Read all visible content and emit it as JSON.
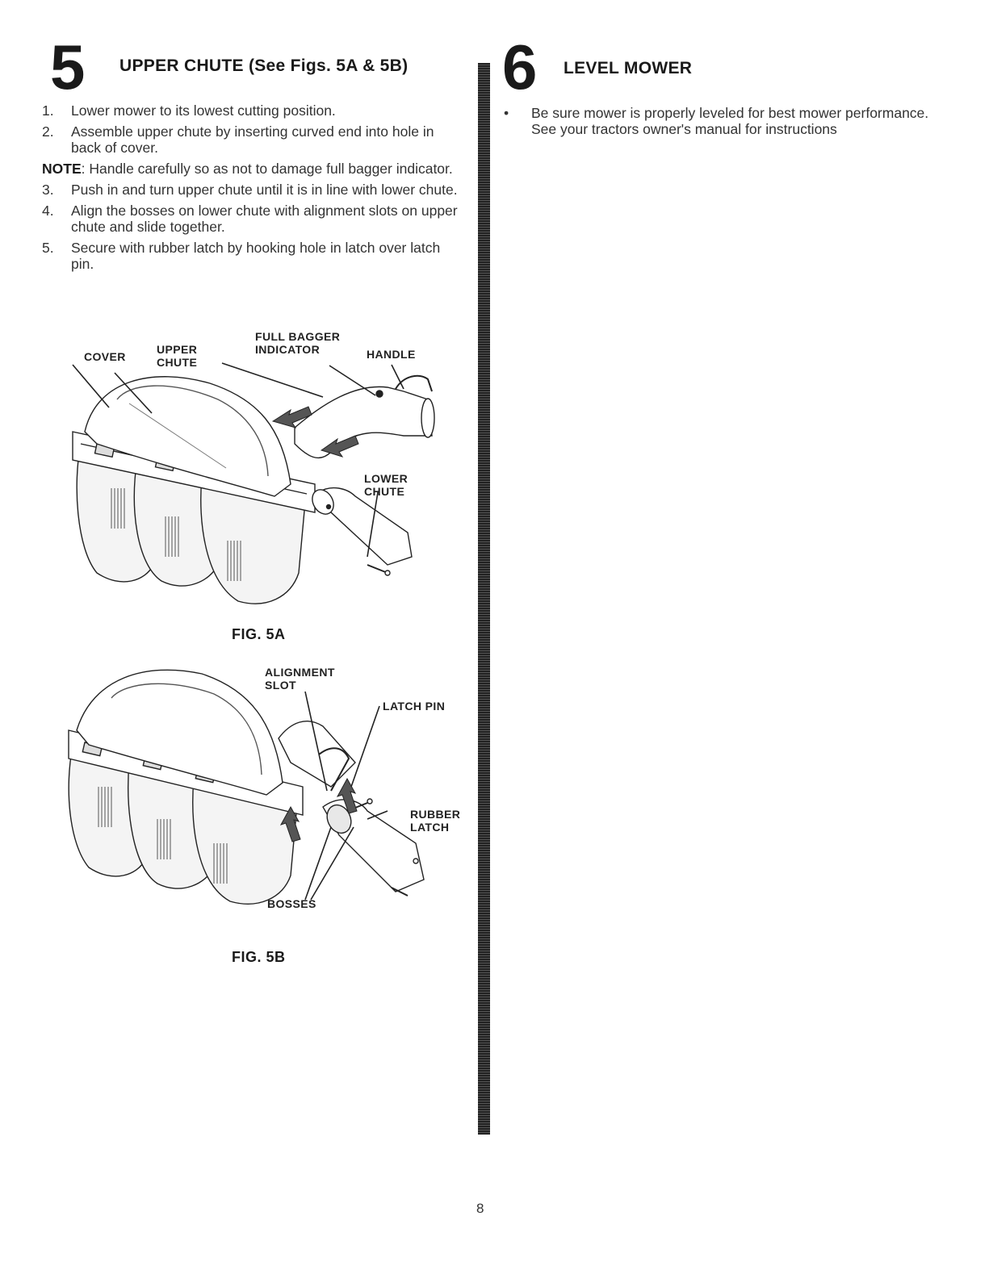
{
  "left": {
    "step_number": "5",
    "title": "UPPER CHUTE (See Figs. 5A & 5B)",
    "steps": [
      {
        "n": "1.",
        "text": "Lower mower to its lowest cutting position."
      },
      {
        "n": "2.",
        "text": "Assemble upper chute by inserting curved end into hole in back of cover."
      },
      {
        "n": "3.",
        "text": "Push in and turn upper chute until it is in line with lower chute."
      },
      {
        "n": "4.",
        "text": "Align the bosses on lower chute with alignment slots on upper chute and slide together."
      },
      {
        "n": "5.",
        "text": "Secure with rubber latch by hooking hole in latch over latch pin."
      }
    ],
    "note": {
      "label": "NOTE",
      "text": ": Handle carefully so as not to damage full bagger indicator."
    }
  },
  "fig5a": {
    "caption": "FIG. 5A",
    "callouts": {
      "cover": "COVER",
      "upper_chute_1": "UPPER",
      "upper_chute_2": "CHUTE",
      "full_bagger_1": "FULL BAGGER",
      "full_bagger_2": "INDICATOR",
      "handle": "HANDLE",
      "lower_chute_1": "LOWER",
      "lower_chute_2": "CHUTE"
    }
  },
  "fig5b": {
    "caption": "FIG. 5B",
    "callouts": {
      "alignment_1": "ALIGNMENT",
      "alignment_2": "SLOT",
      "latch_pin": "LATCH PIN",
      "rubber_1": "RUBBER",
      "rubber_2": "LATCH",
      "bosses": "BOSSES"
    }
  },
  "right": {
    "step_number": "6",
    "title": "LEVEL MOWER",
    "bullet_symbol": "•",
    "bullet_text": "Be sure mower is properly leveled for best mower performance. See your tractors owner's manual for instructions"
  },
  "footer": {
    "page_number": "8"
  }
}
